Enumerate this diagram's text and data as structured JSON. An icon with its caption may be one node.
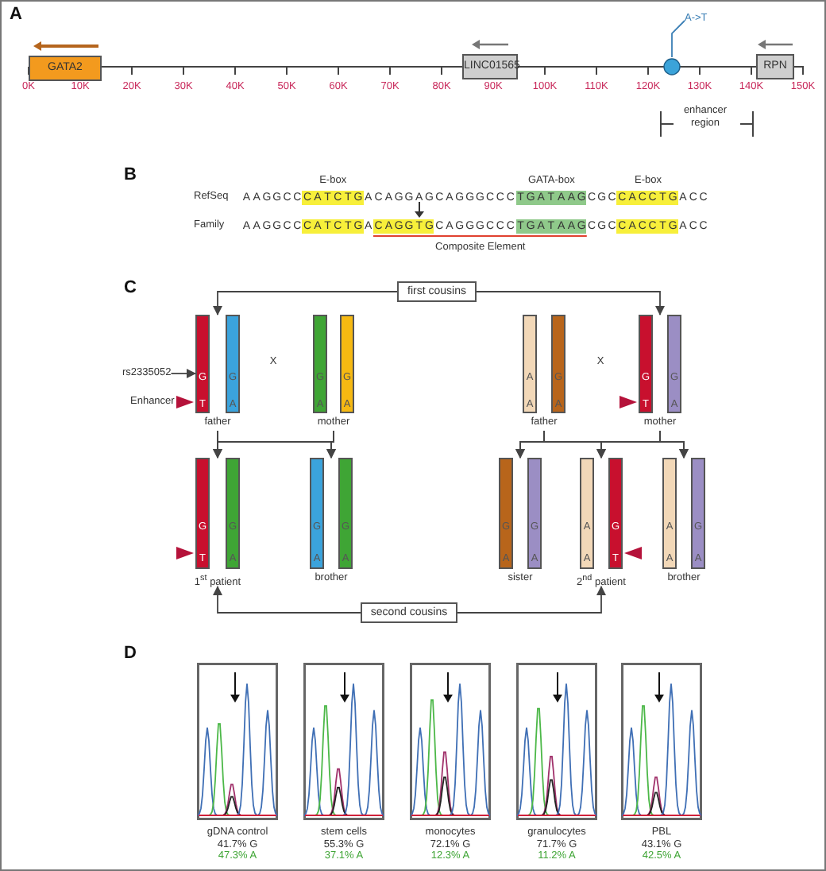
{
  "diagram": {
    "nodes": [
      {
        "text": [
          "GATA2"
        ]
      },
      {
        "text": [
          "LINC01565"
        ]
      },
      {
        "text": [
          "RPN"
        ]
      },
      {
        "text": [
          "A->T"
        ]
      },
      {
        "text": [],
        "shape": "circle"
      },
      {
        "text": [
          "first cousins"
        ]
      },
      {
        "text": [
          "father"
        ]
      },
      {
        "text": [
          "G",
          "T"
        ],
        "in": 6
      },
      {
        "text": [
          "G",
          "A"
        ],
        "in": 6
      },
      {
        "text": [
          "mother"
        ]
      },
      {
        "text": [
          "G",
          "A"
        ],
        "in": 9
      },
      {
        "text": [
          "G",
          "A"
        ],
        "in": 9
      },
      {
        "text": [
          "father"
        ]
      },
      {
        "text": [
          "A",
          "A"
        ],
        "in": 12
      },
      {
        "text": [
          "G",
          "A"
        ],
        "in": 12
      },
      {
        "text": [
          "mother"
        ]
      },
      {
        "text": [
          "G",
          "T"
        ],
        "in": 15
      },
      {
        "text": [
          "G",
          "A"
        ],
        "in": 15
      },
      {
        "text": [
          "1$^{st}$ patient"
        ]
      },
      {
        "text": [
          "G",
          "T"
        ],
        "in": 18
      },
      {
        "text": [
          "G",
          "A"
        ],
        "in": 18
      },
      {
        "text": [
          "brother"
        ]
      },
      {
        "text": [
          "G",
          "A"
        ],
        "in": 21
      },
      {
        "text": [
          "G",
          "A"
        ],
        "in": 21
      },
      {
        "text": [
          "sister"
        ]
      },
      {
        "text": [
          "G",
          "A"
        ],
        "in": 24
      },
      {
        "text": [
          "G",
          "A"
        ],
        "in": 24
      },
      {
        "text": [
          "2$^{nd}$ patient"
        ]
      },
      {
        "text": [
          "A",
          "A"
        ],
        "in": 27
      },
      {
        "text": [
          "G",
          "T"
        ],
        "in": 27
      },
      {
        "text": [
          "brother"
        ]
      },
      {
        "text": [
          "A",
          "A"
        ],
        "in": 30
      },
      {
        "text": [
          "G",
          "A"
        ],
        "in": 30
      },
      {
        "text": [
          "second cousins"
        ]
      },
      {
        "text": [
          "rs2335052"
        ]
      },
      {
        "text": [
          "gDNA control",
          "41.7% G",
          "47.3% A"
        ]
      },
      {
        "text": [
          "stem cells",
          "55.3% G",
          "37.1% A"
        ]
      },
      {
        "text": [
          "monocytes",
          "72.1% G",
          "12.3% A"
        ]
      },
      {
        "text": [
          "granulocytes",
          "71.7% G",
          "11.2% A"
        ]
      },
      {
        "text": [
          "PBL",
          "43.1% G",
          "42.5% A"
        ]
      }
    ],
    "edges": [
      {
        "from": 5,
        "to": 6,
        "arrow": "to"
      },
      {
        "from": 5,
        "to": 15,
        "arrow": "to"
      },
      {
        "from": 6,
        "to": 18,
        "arrow": "to"
      },
      {
        "from": 9,
        "to": 18,
        "arrow": "to"
      },
      {
        "from": 6,
        "to": 21,
        "arrow": "to"
      },
      {
        "from": 9,
        "to": 21,
        "arrow": "to"
      },
      {
        "from": 12,
        "to": 24,
        "arrow": "to"
      },
      {
        "from": 15,
        "to": 24,
        "arrow": "to"
      },
      {
        "from": 12,
        "to": 27,
        "arrow": "to"
      },
      {
        "from": 15,
        "to": 27,
        "arrow": "to"
      },
      {
        "from": 12,
        "to": 30,
        "arrow": "to"
      },
      {
        "from": 15,
        "to": 30,
        "arrow": "to"
      },
      {
        "from": 33,
        "to": 18,
        "arrow": "to"
      },
      {
        "from": 33,
        "to": 27,
        "arrow": "to"
      },
      {
        "from": 34,
        "to": 7,
        "arrow": "to"
      },
      {
        "from": 3,
        "to": 4,
        "arrow": "none",
        "color": "#3b7fb5"
      }
    ],
    "labels": [
      "A",
      "0K",
      "10K",
      "20K",
      "30K",
      "40K",
      "50K",
      "60K",
      "70K",
      "80K",
      "90K",
      "100K",
      "110K",
      "120K",
      "130K",
      "140K",
      "150K",
      "enhancer region",
      "B",
      "E-box",
      "GATA-box",
      "E-box",
      "RefSeq",
      "AAGGCCCATCTGACAGGAGCAGGGCCCTGATAAGCGCCACCTGACC",
      "Family",
      "AAGGCCCATCTGACAGGTGCAGGGCCCTGATAAGCGCCACCTGACC",
      "Composite Element",
      "C",
      "X",
      "X",
      "Enhancer",
      "D"
    ]
  }
}
